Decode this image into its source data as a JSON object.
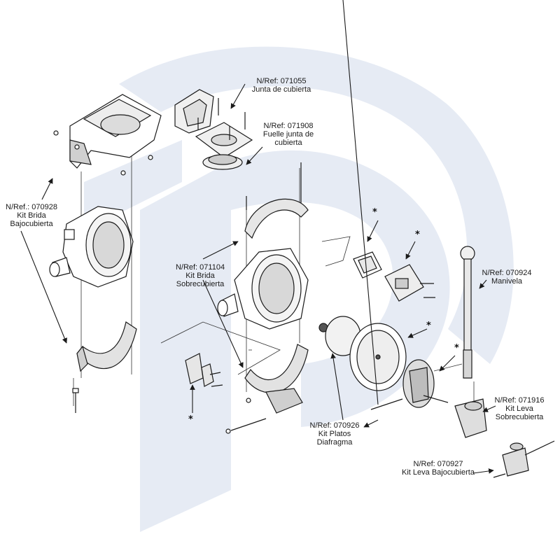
{
  "labels": {
    "kit_brida_bajocubierta": {
      "ref": "N/Ref.: 070928",
      "line1": "Kit Brida",
      "line2": "Bajocubierta"
    },
    "junta_cubierta": {
      "ref": "N/Ref: 071055",
      "line1": "Junta de cubierta"
    },
    "fuelle_junta": {
      "ref": "N/Ref: 071908",
      "line1": "Fuelle junta de",
      "line2": "cubierta"
    },
    "kit_brida_sobrecubierta": {
      "ref": "N/Ref: 071104",
      "line1": "Kit Brida",
      "line2": "Sobrecubierta"
    },
    "manivela": {
      "ref": "N/Ref: 070924",
      "line1": "Manivela"
    },
    "kit_leva_sobrecubierta": {
      "ref": "N/Ref: 071916",
      "line1": "Kit Leva",
      "line2": "Sobrecubierta"
    },
    "kit_platos_diafragma": {
      "ref": "N/Ref: 070926",
      "line1": "Kit Platos",
      "line2": "Diafragma"
    },
    "kit_leva_bajocubierta": {
      "ref": "N/Ref: 070927",
      "line1": "Kit Leva Bajocubierta"
    }
  },
  "asterisk": "*",
  "colors": {
    "watermark": "#e6ebf4",
    "line": "#1a1a1a",
    "shade": "#bfbfbf"
  }
}
